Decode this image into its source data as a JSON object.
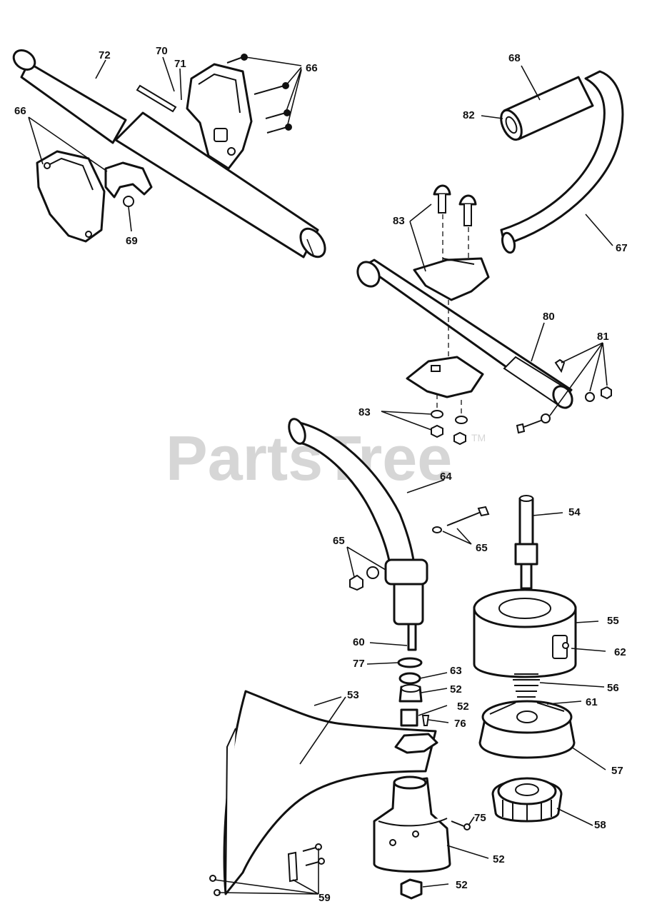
{
  "watermark": {
    "text": "PartsTree",
    "trademark": "TM"
  },
  "callouts": {
    "c72": "72",
    "c70": "70",
    "c71": "71",
    "c66a": "66",
    "c66b": "66",
    "c69": "69",
    "c68": "68",
    "c82": "82",
    "c83a": "83",
    "c67": "67",
    "c80": "80",
    "c81": "81",
    "c83b": "83",
    "c64": "64",
    "c54": "54",
    "c65a": "65",
    "c65b": "65",
    "c55": "55",
    "c62": "62",
    "c60": "60",
    "c77": "77",
    "c63": "63",
    "c52a": "52",
    "c56": "56",
    "c53": "53",
    "c52b": "52",
    "c61": "61",
    "c76": "76",
    "c57": "57",
    "c75": "75",
    "c58": "58",
    "c52c": "52",
    "c59": "59",
    "c52d": "52"
  }
}
